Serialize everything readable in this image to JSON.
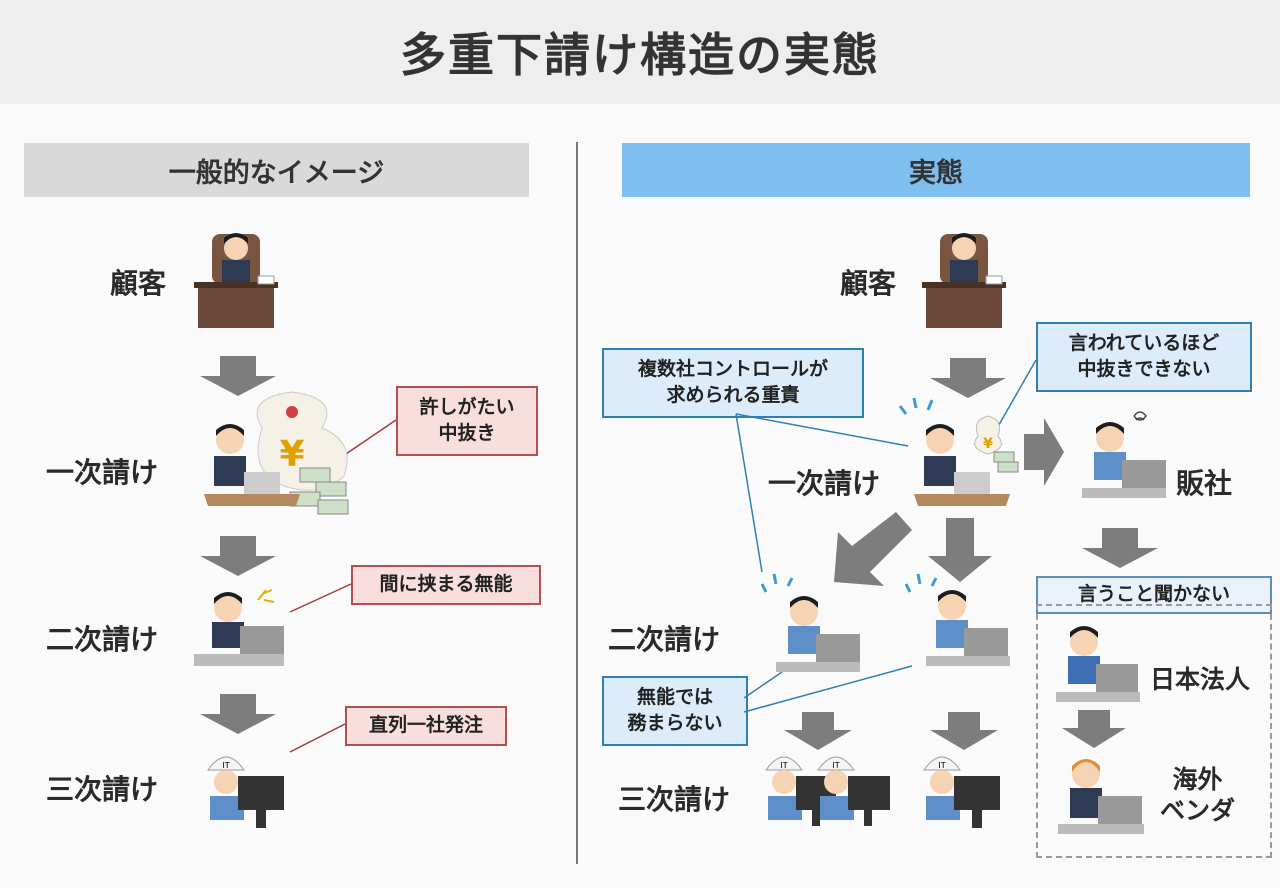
{
  "title": "多重下請け構造の実態",
  "left": {
    "header": "一般的なイメージ",
    "labels": {
      "client": "顧客",
      "primary": "一次請け",
      "secondary": "二次請け",
      "tertiary": "三次請け"
    },
    "callouts": {
      "c1": "許しがたい\n中抜き",
      "c2": "間に挟まる無能",
      "c3": "直列一社発注"
    }
  },
  "right": {
    "header": "実態",
    "labels": {
      "client": "顧客",
      "primary": "一次請け",
      "secondary": "二次請け",
      "tertiary": "三次請け",
      "sales": "販社",
      "jp": "日本法人",
      "vendor": "海外\nベンダ"
    },
    "callouts": {
      "c1": "複数社コントロールが\n求められる重責",
      "c2": "言われているほど\n中抜きできない",
      "c3": "無能では\n務まらない",
      "c4": "言うこと聞かない"
    }
  },
  "colors": {
    "arrow": "#7d7d7d",
    "desk": "#6b4a3a",
    "suit": "#2f3a55",
    "worker": "#5f8fc9"
  }
}
